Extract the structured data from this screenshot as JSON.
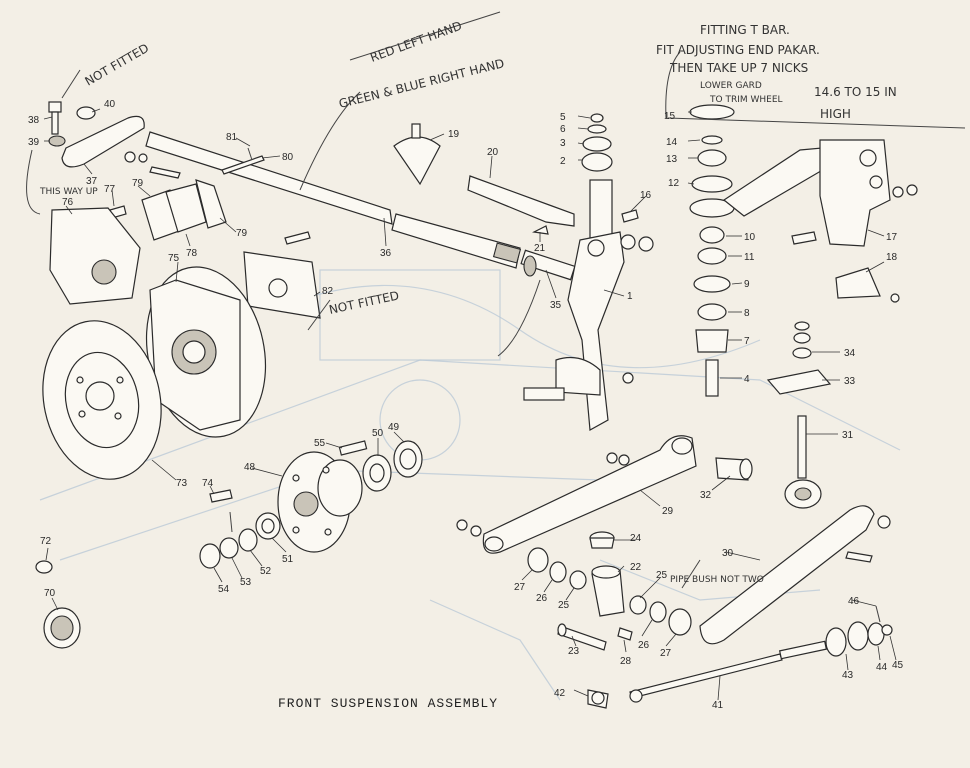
{
  "title": "FRONT SUSPENSION ASSEMBLY",
  "annotations": {
    "not_fitted_top": "NOT FITTED",
    "red_left_hand": "RED LEFT HAND",
    "green_blue_right_hand": "GREEN & BLUE RIGHT HAND",
    "this_way_up": "THIS WAY UP",
    "not_fitted_82": "NOT FITTED",
    "fitting_t_bar": "FITTING T BAR.",
    "fit_adjusting_end": "FIT ADJUSTING END PAKAR.",
    "then_take_up": "THEN TAKE UP 7 NICKS",
    "lower_gard": "LOWER GARD",
    "to_trim_wheel": "TO TRIM WHEEL",
    "height_value": "14.6 TO 15 IN",
    "high": "HIGH",
    "pipe_bush_not_two": "PIPE BUSH NOT TWO"
  },
  "callouts": {
    "c1": "1",
    "c2": "2",
    "c3": "3",
    "c4": "4",
    "c5": "5",
    "c6": "6",
    "c7": "7",
    "c8": "8",
    "c9": "9",
    "c10": "10",
    "c11": "11",
    "c12": "12",
    "c13": "13",
    "c14": "14",
    "c15": "15",
    "c16": "16",
    "c17": "17",
    "c18": "18",
    "c19": "19",
    "c20": "20",
    "c21": "21",
    "c22": "22",
    "c23": "23",
    "c24": "24",
    "c25a": "25",
    "c25b": "25",
    "c26a": "26",
    "c26b": "26",
    "c27a": "27",
    "c27b": "27",
    "c28": "28",
    "c29": "29",
    "c30": "30",
    "c31": "31",
    "c32": "32",
    "c33": "33",
    "c34": "34",
    "c35": "35",
    "c36": "36",
    "c37": "37",
    "c38": "38",
    "c39": "39",
    "c40": "40",
    "c41": "41",
    "c42": "42",
    "c43": "43",
    "c44": "44",
    "c45": "45",
    "c46": "46",
    "c48": "48",
    "c49": "49",
    "c50": "50",
    "c51": "51",
    "c52": "52",
    "c53": "53",
    "c54": "54",
    "c55": "55",
    "c70": "70",
    "c72": "72",
    "c73": "73",
    "c74": "74",
    "c75": "75",
    "c76": "76",
    "c77": "77",
    "c78": "78",
    "c79": "79",
    "c80": "80",
    "c81": "81",
    "c82": "82"
  }
}
